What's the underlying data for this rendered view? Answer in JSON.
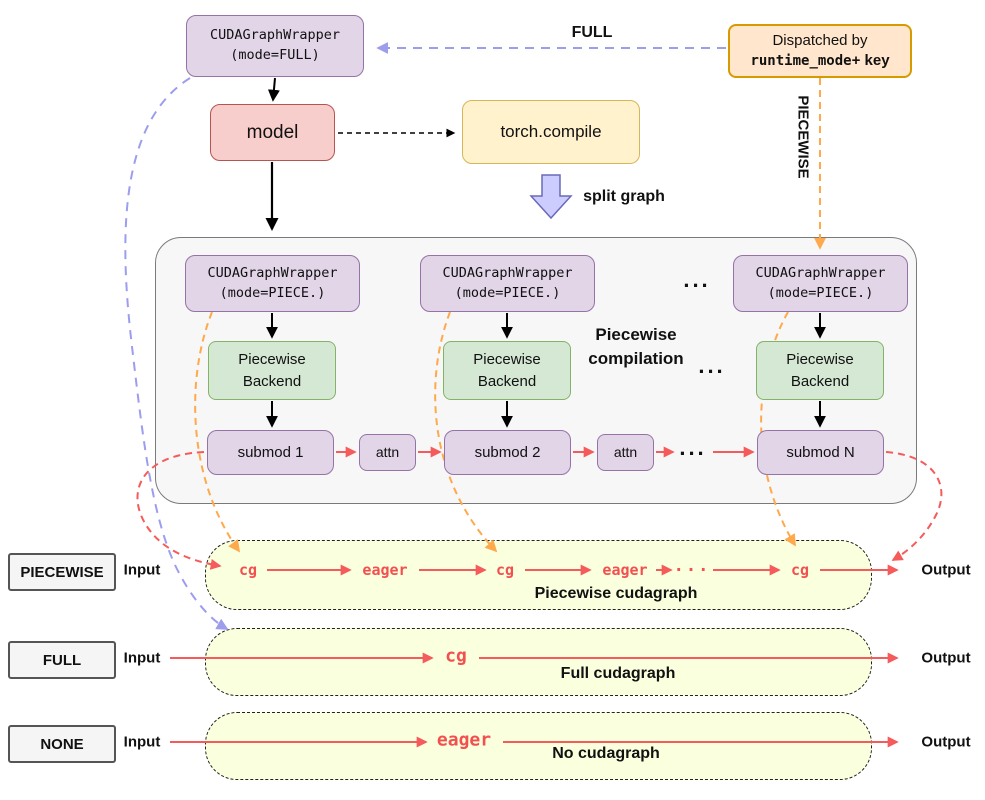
{
  "top": {
    "wrapper_full": {
      "l1": "CUDAGraphWrapper",
      "l2": "(mode=FULL)"
    },
    "model": "model",
    "torch_compile": "torch.compile",
    "split_graph": "split graph",
    "dispatched": {
      "l1": "Dispatched by",
      "mono": "runtime_mode",
      "rest": "+ key"
    },
    "full_label": "FULL",
    "piecewise_label": "PIECEWISE"
  },
  "compilation": {
    "title_l1": "Piecewise",
    "title_l2": "compilation",
    "ellipsis": "...",
    "attn": "attn",
    "columns": [
      {
        "w1": "CUDAGraphWrapper",
        "w2": "(mode=PIECE.)",
        "b1": "Piecewise",
        "b2": "Backend",
        "submod": "submod 1"
      },
      {
        "w1": "CUDAGraphWrapper",
        "w2": "(mode=PIECE.)",
        "b1": "Piecewise",
        "b2": "Backend",
        "submod": "submod 2"
      },
      {
        "w1": "CUDAGraphWrapper",
        "w2": "(mode=PIECE.)",
        "b1": "Piecewise",
        "b2": "Backend",
        "submod": "submod N"
      }
    ]
  },
  "rows": [
    {
      "mode": "PIECEWISE",
      "input": "Input",
      "output": "Output",
      "caption": "Piecewise cudagraph",
      "items": [
        "cg",
        "eager",
        "cg",
        "eager",
        "...",
        "cg"
      ]
    },
    {
      "mode": "FULL",
      "input": "Input",
      "output": "Output",
      "caption": "Full cudagraph",
      "item": "cg"
    },
    {
      "mode": "NONE",
      "input": "Input",
      "output": "Output",
      "caption": "No cudagraph",
      "item": "eager"
    }
  ],
  "colors": {
    "purple_fill": "#E1D5E7",
    "purple_border": "#9673A6",
    "red_fill": "#F8CECC",
    "red_border": "#B85450",
    "yellow_fill": "#FFF2CC",
    "yellow_border": "#D6B656",
    "orange_fill": "#FFE6CC",
    "orange_border": "#D79B00",
    "green_fill": "#D5E8D4",
    "green_border": "#82B366",
    "band_fill": "#FAFFDE",
    "arrow_red": "#F55B5B",
    "arrow_orange": "#FFA94D",
    "arrow_blue": "#9D9DEE"
  }
}
